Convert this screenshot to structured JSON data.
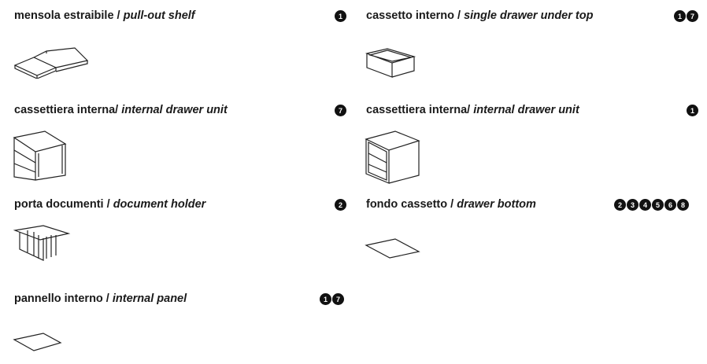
{
  "items": [
    {
      "it": "mensola estraibile",
      "sep": " / ",
      "en": "pull-out shelf",
      "badges": [
        "1"
      ]
    },
    {
      "it": "cassetto interno",
      "sep": " / ",
      "en": "single drawer under top",
      "badges": [
        "1",
        "7"
      ]
    },
    {
      "it": "cassettiera interna",
      "sep": "/ ",
      "en": "internal drawer unit",
      "badges": [
        "7"
      ]
    },
    {
      "it": "cassettiera interna",
      "sep": "/ ",
      "en": "internal drawer unit",
      "badges": [
        "1"
      ]
    },
    {
      "it": "porta documenti",
      "sep": " / ",
      "en": "document holder",
      "badges": [
        "2"
      ]
    },
    {
      "it": "fondo cassetto",
      "sep": " / ",
      "en": "drawer bottom",
      "badges": [
        "2",
        "3",
        "4",
        "5",
        "6",
        "8"
      ]
    },
    {
      "it": "pannello interno",
      "sep": " / ",
      "en": "internal panel",
      "badges": [
        "1",
        "7"
      ]
    }
  ]
}
